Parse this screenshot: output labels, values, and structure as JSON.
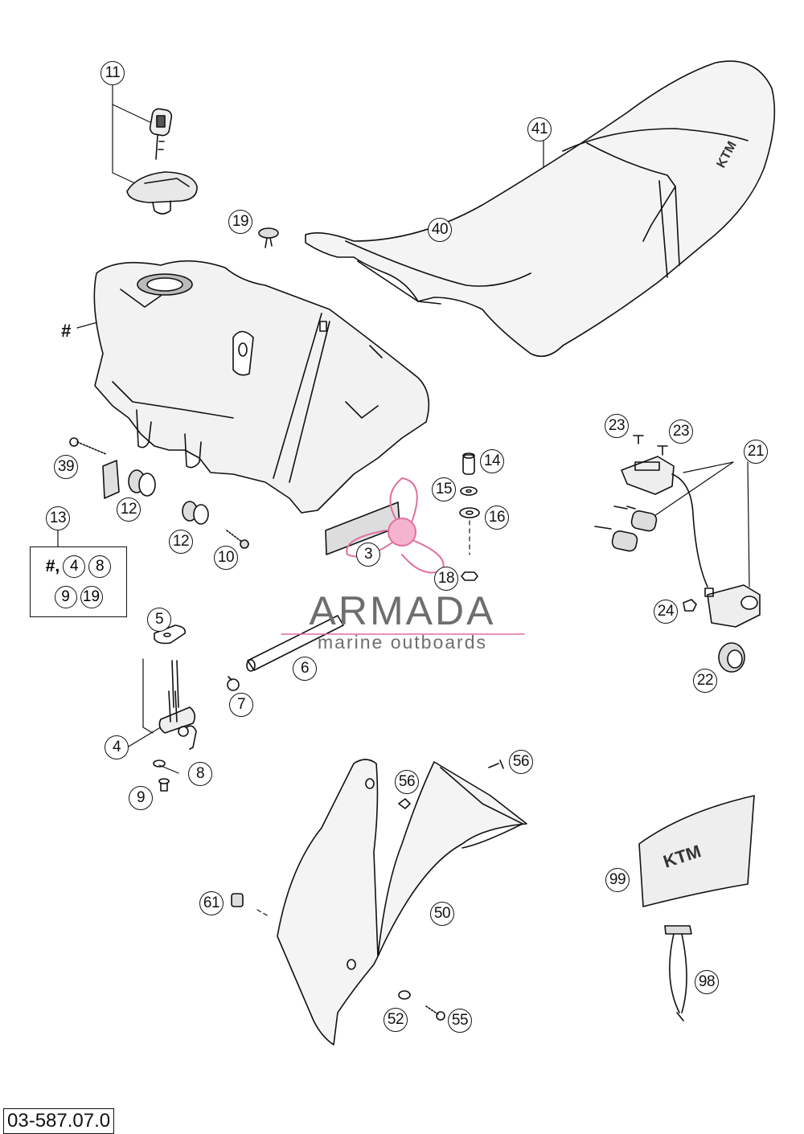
{
  "callouts": [
    {
      "id": "c11",
      "label": "11"
    },
    {
      "id": "c19",
      "label": "19"
    },
    {
      "id": "c41",
      "label": "41"
    },
    {
      "id": "c40",
      "label": "40"
    },
    {
      "id": "chash",
      "label": "#"
    },
    {
      "id": "c39",
      "label": "39"
    },
    {
      "id": "c12a",
      "label": "12"
    },
    {
      "id": "c12b",
      "label": "12"
    },
    {
      "id": "c10",
      "label": "10"
    },
    {
      "id": "c13",
      "label": "13"
    },
    {
      "id": "c14",
      "label": "14"
    },
    {
      "id": "c15",
      "label": "15"
    },
    {
      "id": "c16",
      "label": "16"
    },
    {
      "id": "c3",
      "label": "3"
    },
    {
      "id": "c18",
      "label": "18"
    },
    {
      "id": "c23a",
      "label": "23"
    },
    {
      "id": "c23b",
      "label": "23"
    },
    {
      "id": "c21",
      "label": "21"
    },
    {
      "id": "c24",
      "label": "24"
    },
    {
      "id": "c22",
      "label": "22"
    },
    {
      "id": "c5",
      "label": "5"
    },
    {
      "id": "c6",
      "label": "6"
    },
    {
      "id": "c7",
      "label": "7"
    },
    {
      "id": "c4",
      "label": "4"
    },
    {
      "id": "c8",
      "label": "8"
    },
    {
      "id": "c9",
      "label": "9"
    },
    {
      "id": "c56a",
      "label": "56"
    },
    {
      "id": "c56b",
      "label": "56"
    },
    {
      "id": "c61",
      "label": "61"
    },
    {
      "id": "c50",
      "label": "50"
    },
    {
      "id": "c52",
      "label": "52"
    },
    {
      "id": "c55",
      "label": "55"
    },
    {
      "id": "c99",
      "label": "99"
    },
    {
      "id": "c98",
      "label": "98"
    }
  ],
  "kit_box": {
    "prefix": "#,",
    "row1": [
      "4",
      "8"
    ],
    "row2": [
      "9",
      "19"
    ]
  },
  "watermark": {
    "name": "ARMADA",
    "tagline": "marine outboards",
    "accent": "#e06fa0",
    "text_color": "#6e6e6e"
  },
  "diagram_ref": "03-587.07.0"
}
